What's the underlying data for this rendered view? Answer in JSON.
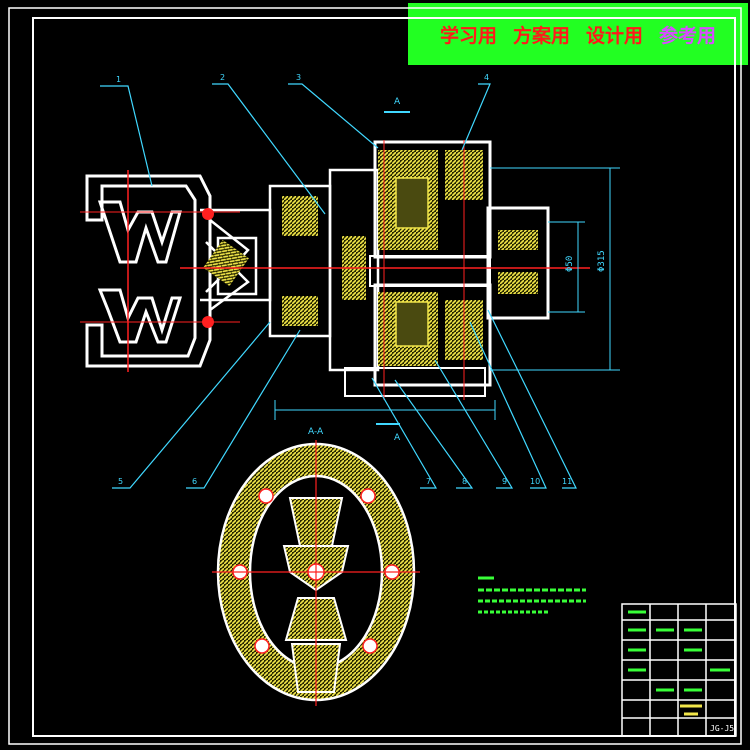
{
  "banner": {
    "items": [
      {
        "text": "学习用",
        "color": "#ff1a1a"
      },
      {
        "text": "方案用",
        "color": "#ff1a1a"
      },
      {
        "text": "设计用",
        "color": "#ff1a1a"
      },
      {
        "text": "参考用",
        "color": "#d84cff"
      }
    ]
  },
  "colors": {
    "background": "#000000",
    "frame": "#ffffff",
    "hatch": "#f2e64a",
    "centerline": "#ff2020",
    "leader": "#40d8ff",
    "dimension": "#40d8ff",
    "notes": "#38ff38"
  },
  "labels": {
    "section_view": "A-A",
    "section_mark_top": "A",
    "section_mark_bottom": "A",
    "dim_vertical_outer": "Φ315",
    "dim_vertical_inner": "Φ50"
  },
  "balloons": [
    "1",
    "2",
    "3",
    "4",
    "5",
    "6",
    "7",
    "8",
    "9",
    "10",
    "11"
  ],
  "title_block": {
    "drawing_no": "JG-J5"
  }
}
